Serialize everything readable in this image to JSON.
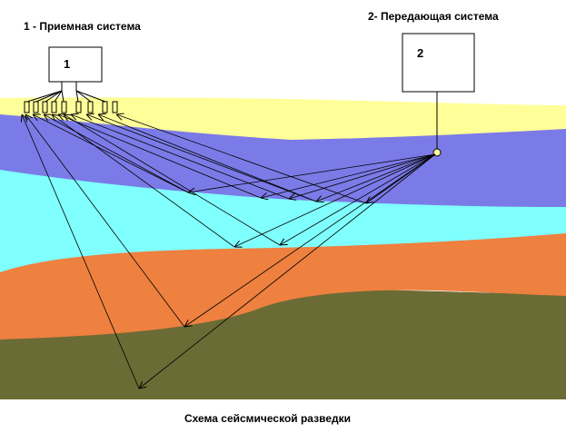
{
  "labels": {
    "receiving_system": "1 - Приемная система",
    "transmitting_system": "2- Передающая система",
    "receiver_number": "1",
    "transmitter_number": "2",
    "caption": "Схема сейсмической разведки"
  },
  "colors": {
    "layer_yellow": "#FFFF99",
    "layer_blue": "#7B7BE8",
    "layer_cyan": "#80FFFF",
    "layer_orange": "#EE8040",
    "layer_olive": "#6B6B35",
    "lines": "#000000",
    "background": "#FFFFFF"
  },
  "icons": {
    "geophone": "geophone-icon",
    "source": "source-circle-icon"
  }
}
